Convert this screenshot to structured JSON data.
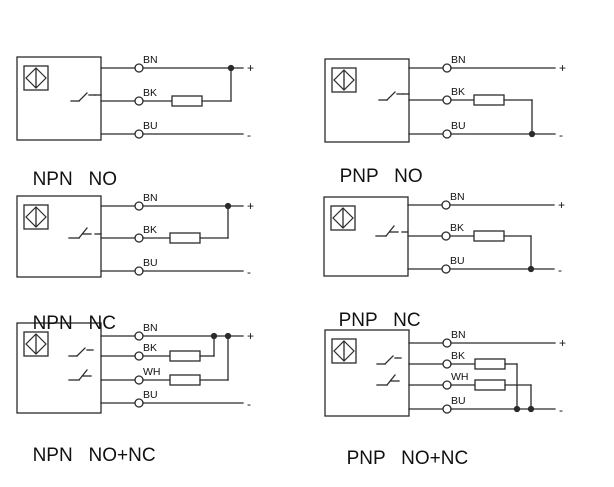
{
  "diagrams": [
    {
      "id": "npn-no",
      "type": "NPN",
      "mode": "NO",
      "variant": "single",
      "contact": "no",
      "bridge": "plus",
      "wires": [
        "BN",
        "BK",
        "BU"
      ],
      "plus": "+",
      "minus": "-"
    },
    {
      "id": "pnp-no",
      "type": "PNP",
      "mode": "NO",
      "variant": "single",
      "contact": "no",
      "bridge": "minus",
      "wires": [
        "BN",
        "BK",
        "BU"
      ],
      "plus": "+",
      "minus": "-"
    },
    {
      "id": "npn-nc",
      "type": "NPN",
      "mode": "NC",
      "variant": "single",
      "contact": "nc",
      "bridge": "plus",
      "wires": [
        "BN",
        "BK",
        "BU"
      ],
      "plus": "+",
      "minus": "-"
    },
    {
      "id": "pnp-nc",
      "type": "PNP",
      "mode": "NC",
      "variant": "single",
      "contact": "nc",
      "bridge": "minus",
      "wires": [
        "BN",
        "BK",
        "BU"
      ],
      "plus": "+",
      "minus": "-"
    },
    {
      "id": "npn-nonc",
      "type": "NPN",
      "mode": "NO+NC",
      "variant": "double",
      "bridge": "plus",
      "wires": [
        "BN",
        "BK",
        "WH",
        "BU"
      ],
      "plus": "+",
      "minus": "-"
    },
    {
      "id": "pnp-nonc",
      "type": "PNP",
      "mode": "NO+NC",
      "variant": "double",
      "bridge": "minus",
      "wires": [
        "BN",
        "BK",
        "WH",
        "BU"
      ],
      "plus": "+",
      "minus": "-"
    }
  ],
  "colors": {
    "line": "#2b2b2b",
    "text": "#111111"
  }
}
